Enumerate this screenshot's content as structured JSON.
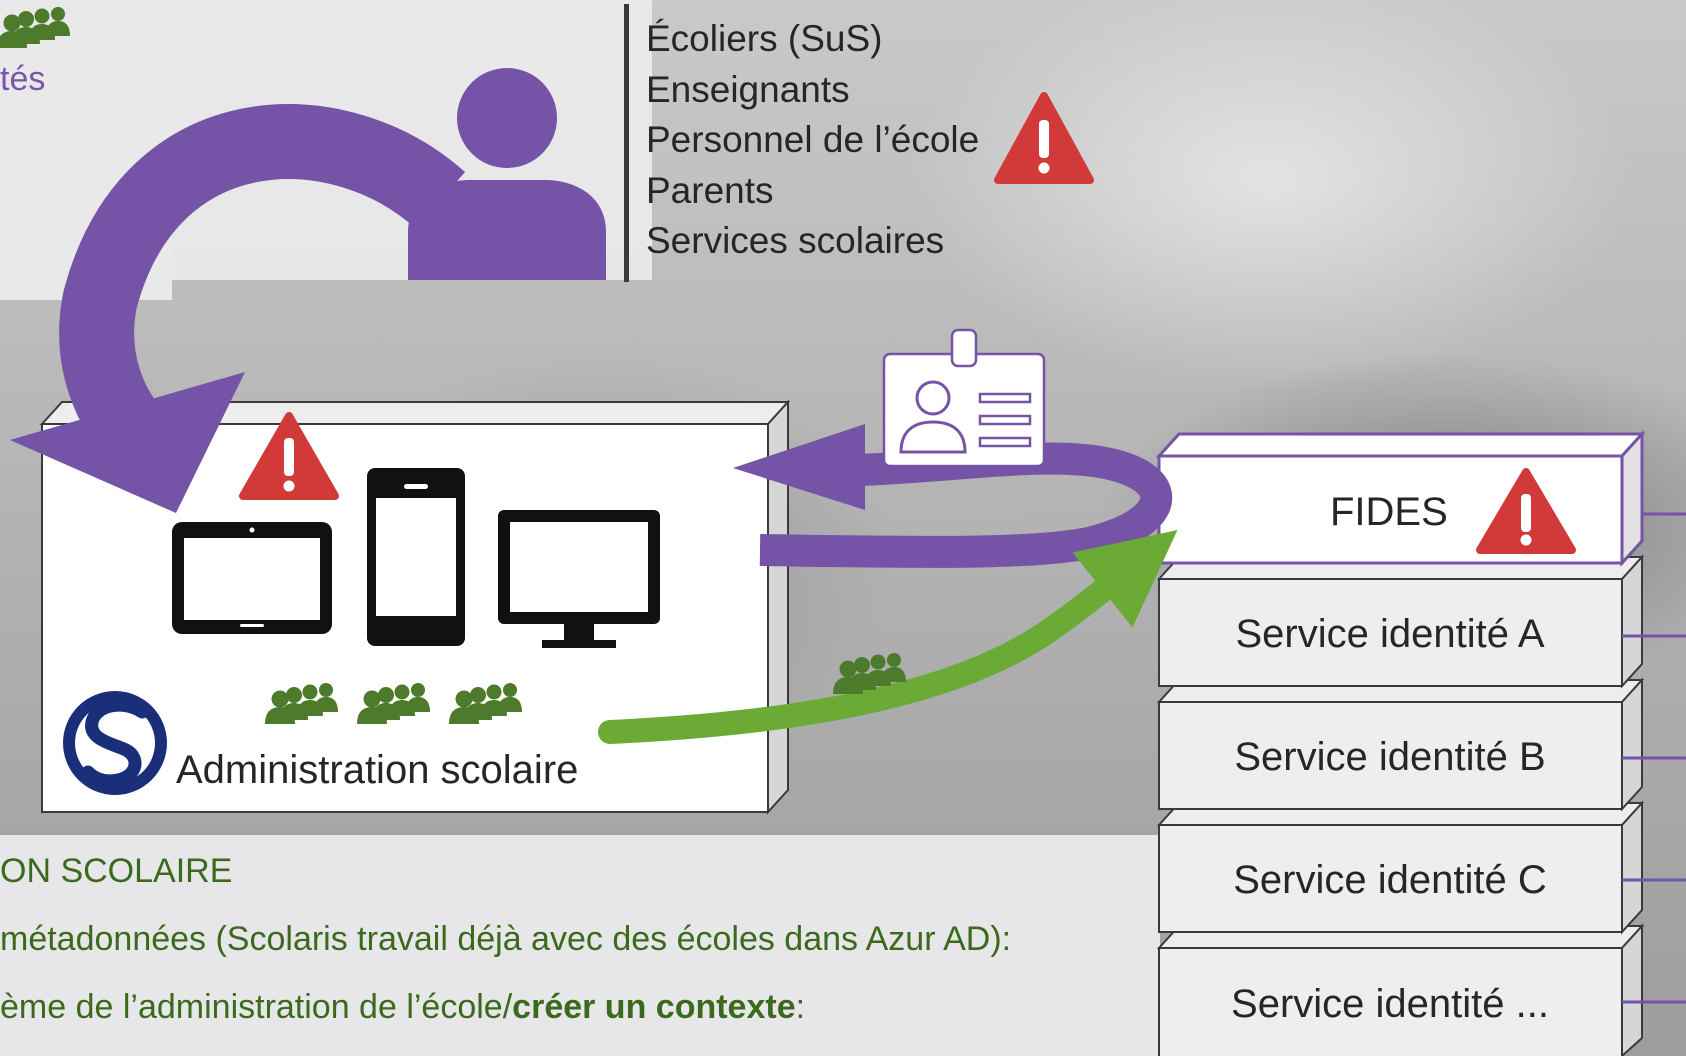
{
  "top_left": {
    "partial_text": "tés"
  },
  "user_roles": [
    "Écoliers (SuS)",
    "Enseignants",
    "Personnel de l’école",
    "Parents",
    "Services scolaires"
  ],
  "admin_box": {
    "label": "Administration scolaire"
  },
  "identity_stack": {
    "fides": "FIDES",
    "services": [
      "Service identité A",
      "Service identité B",
      "Service identité C",
      "Service identité ..."
    ]
  },
  "bottom": {
    "line1": "ON SCOLAIRE",
    "line2": "métadonnées (Scolaris travail déjà avec des écoles dans Azur AD):",
    "line3_prefix": "ème de l’administration de l’école/",
    "line3_bold": "créer un contexte",
    "line3_suffix": ":"
  },
  "colors": {
    "purple": "#7553a6",
    "green": "#6aaa35",
    "dark_green": "#4e7a2c",
    "warning_red": "#d23a3a",
    "logo_navy": "#1b2e7a"
  }
}
